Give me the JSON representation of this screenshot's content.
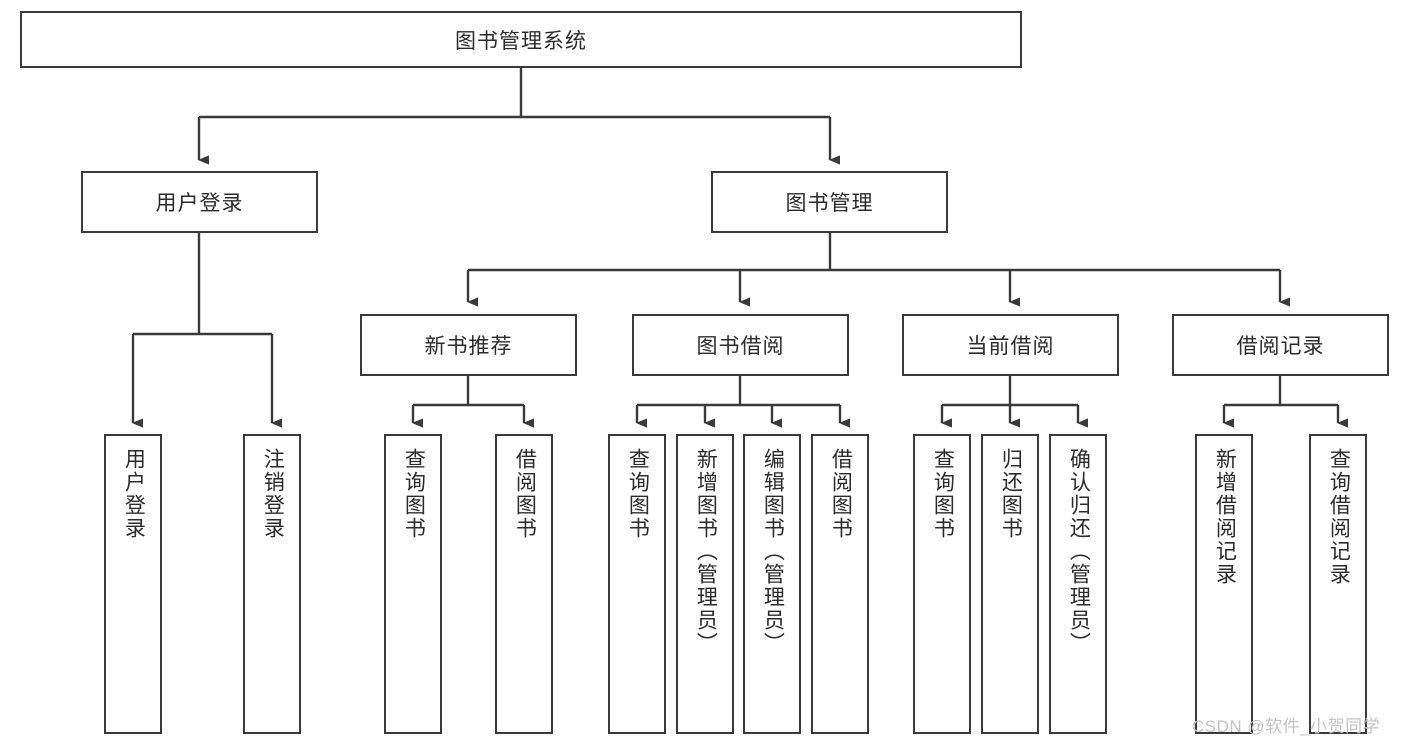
{
  "diagram": {
    "title": "图书管理系统",
    "root": {
      "label": "图书管理系统"
    },
    "level2": [
      {
        "label": "用户登录"
      },
      {
        "label": "图书管理"
      }
    ],
    "level3": [
      {
        "label": "新书推荐"
      },
      {
        "label": "图书借阅"
      },
      {
        "label": "当前借阅"
      },
      {
        "label": "借阅记录"
      }
    ],
    "leaves": {
      "user_login": [
        {
          "label": "用户登录"
        },
        {
          "label": "注销登录"
        }
      ],
      "new_book_recommend": [
        {
          "label": "查询图书"
        },
        {
          "label": "借阅图书"
        }
      ],
      "book_borrow": [
        {
          "label": "查询图书"
        },
        {
          "label": "新增图书（管理员）"
        },
        {
          "label": "编辑图书（管理员）"
        },
        {
          "label": "借阅图书"
        }
      ],
      "current_borrow": [
        {
          "label": "查询图书"
        },
        {
          "label": "归还图书"
        },
        {
          "label": "确认归还（管理员）"
        }
      ],
      "borrow_record": [
        {
          "label": "新增借阅记录"
        },
        {
          "label": "查询借阅记录"
        }
      ]
    }
  },
  "watermark": {
    "text": "CSDN @软件_小贺同学"
  },
  "colors": {
    "box_border": "#3a3a3a",
    "text": "#2b2b2b",
    "line": "#3a3a3a",
    "background": "#ffffff",
    "watermark": "#c3c3c3"
  }
}
